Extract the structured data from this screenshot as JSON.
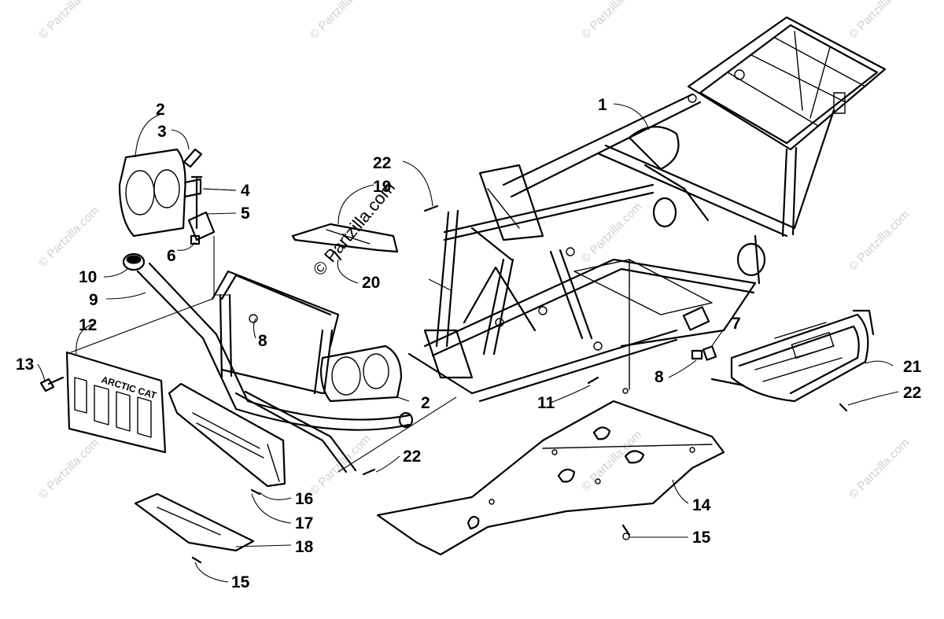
{
  "watermark": "© Partzilla.com",
  "watermark_center": "© Partzilla.com",
  "grille_badge": "ARCTIC CAT",
  "callouts": [
    {
      "id": "c1",
      "label": "1"
    },
    {
      "id": "c2a",
      "label": "2"
    },
    {
      "id": "c2b",
      "label": "2"
    },
    {
      "id": "c3",
      "label": "3"
    },
    {
      "id": "c4",
      "label": "4"
    },
    {
      "id": "c5",
      "label": "5"
    },
    {
      "id": "c6",
      "label": "6"
    },
    {
      "id": "c7",
      "label": "7"
    },
    {
      "id": "c8a",
      "label": "8"
    },
    {
      "id": "c8b",
      "label": "8"
    },
    {
      "id": "c9",
      "label": "9"
    },
    {
      "id": "c10",
      "label": "10"
    },
    {
      "id": "c11",
      "label": "11"
    },
    {
      "id": "c12",
      "label": "12"
    },
    {
      "id": "c13",
      "label": "13"
    },
    {
      "id": "c14",
      "label": "14"
    },
    {
      "id": "c15a",
      "label": "15"
    },
    {
      "id": "c15b",
      "label": "15"
    },
    {
      "id": "c16",
      "label": "16"
    },
    {
      "id": "c17",
      "label": "17"
    },
    {
      "id": "c18",
      "label": "18"
    },
    {
      "id": "c19",
      "label": "19"
    },
    {
      "id": "c20",
      "label": "20"
    },
    {
      "id": "c21",
      "label": "21"
    },
    {
      "id": "c22a",
      "label": "22"
    },
    {
      "id": "c22b",
      "label": "22"
    },
    {
      "id": "c22c",
      "label": "22"
    }
  ]
}
